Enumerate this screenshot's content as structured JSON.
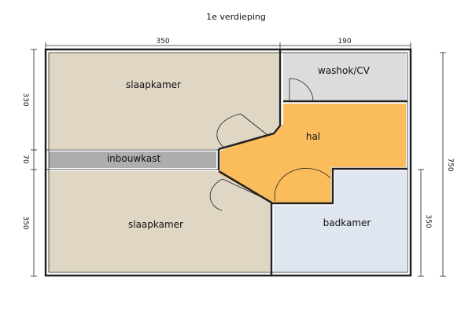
{
  "title": "1e verdieping",
  "rooms": {
    "bedroom_top": "slaapkamer",
    "bedroom_bottom": "slaapkamer",
    "closet": "inbouwkast",
    "laundry": "washok/CV",
    "hall": "hal",
    "bathroom": "badkamer"
  },
  "dimensions": {
    "top_left": "350",
    "top_right": "190",
    "left_top": "330",
    "left_middle": "70",
    "left_bottom": "350",
    "right_total": "750",
    "right_bath": "350"
  },
  "colors": {
    "bedroom": "#e0d6c4",
    "closet": "#adadad",
    "laundry": "#dcdcdc",
    "hall": "#fbbd5c",
    "bathroom": "#dfe6f0"
  }
}
